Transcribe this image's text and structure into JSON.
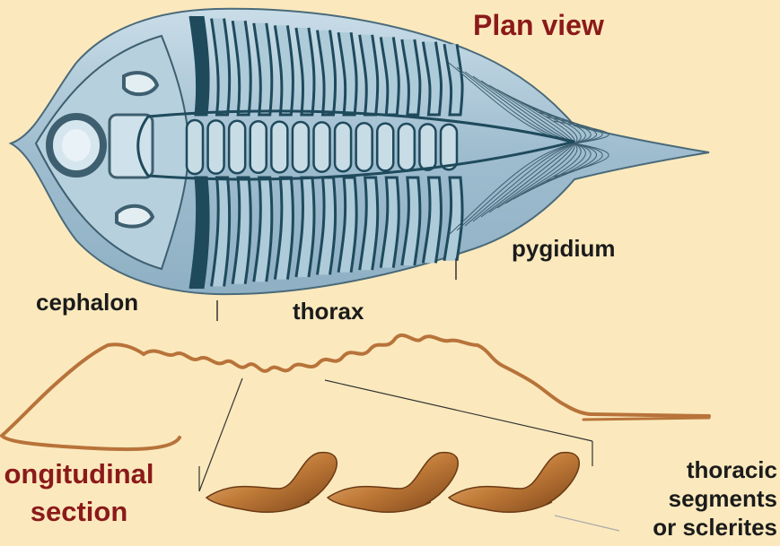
{
  "title": "Plan view",
  "labels": {
    "cephalon": "cephalon",
    "thorax": "thorax",
    "pygidium": "pygidium",
    "longitudinal_line1": "ongitudinal",
    "longitudinal_line2": "section",
    "thoracic_line1": "thoracic",
    "thoracic_line2": "segments",
    "thoracic_line3": "or sclerites"
  },
  "colors": {
    "background": "#fbe9bd",
    "title": "#8b1a1a",
    "shell_light": "#a9c4d4",
    "shell_dark": "#1e4a5c",
    "section_brown": "#b8733a"
  },
  "thoracic_segment_count": 13
}
